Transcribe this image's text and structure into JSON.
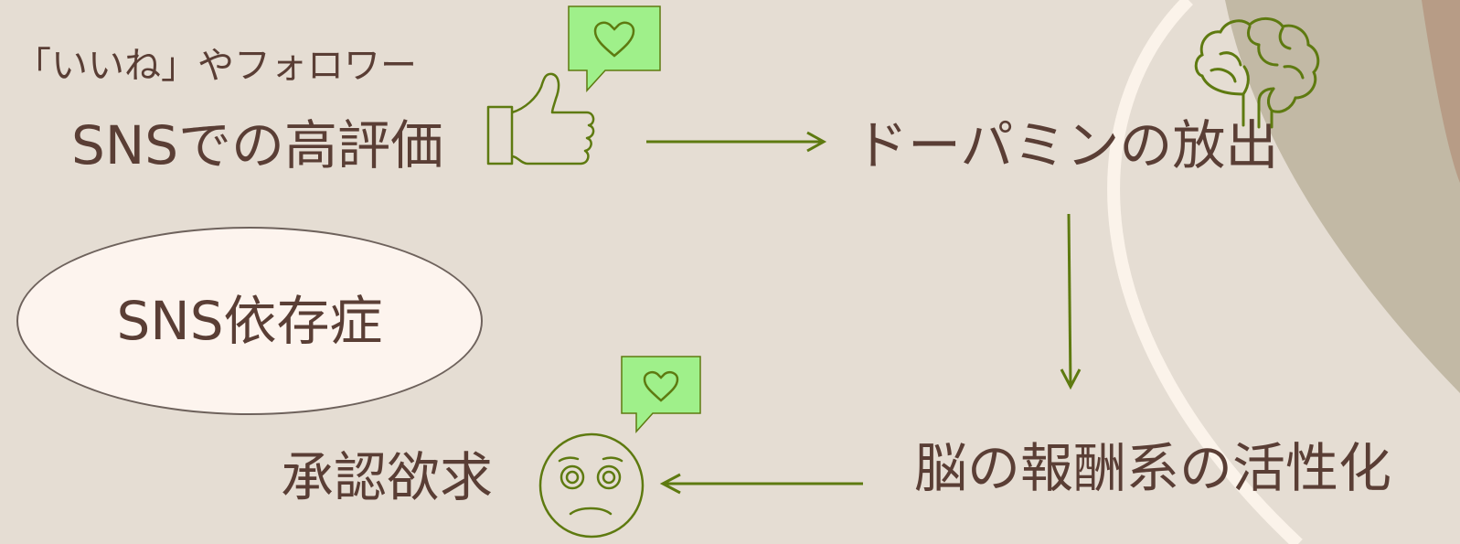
{
  "texts": {
    "like_caption": "「いいね」やフォロワー",
    "high_rating": "SNSでの高評価",
    "dopamine": "ドーパミンの放出",
    "reward_system": "脳の報酬系の活性化",
    "approval_need": "承認欲求",
    "addiction": "SNS依存症"
  },
  "icons": {
    "thumbs_up": "thumbs-up-icon",
    "heart_bubble": "heart-speech-bubble-icon",
    "brain": "brain-icon",
    "face": "worried-face-icon"
  },
  "colors": {
    "background": "#e5ddd3",
    "text": "#5a3e35",
    "icon_line": "#5e7a10",
    "bubble_fill": "#9ff08a",
    "ellipse_fill": "#fdf4ee",
    "ellipse_stroke": "#6e625c"
  }
}
